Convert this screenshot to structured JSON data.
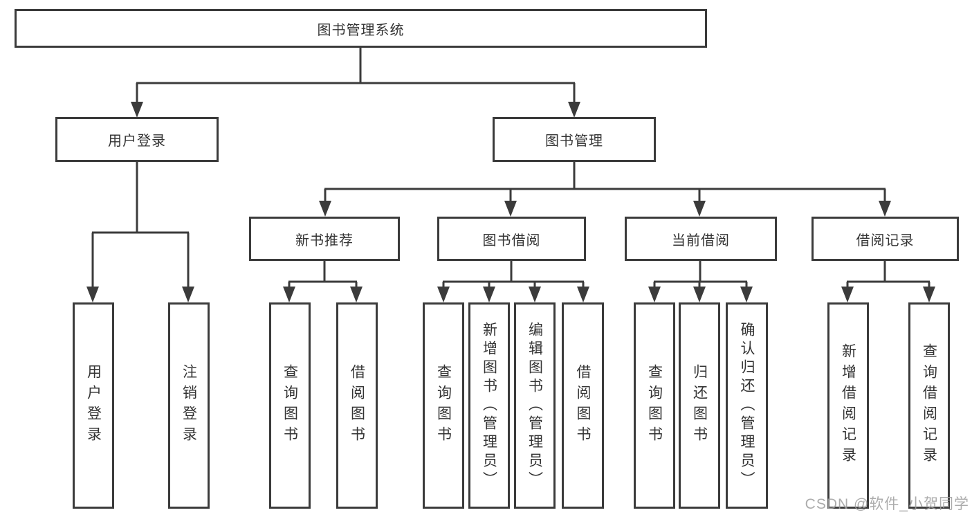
{
  "tree": {
    "label": "图书管理系统",
    "children": [
      {
        "label": "用户登录",
        "children": [
          {
            "label": "用户登录"
          },
          {
            "label": "注销登录"
          }
        ]
      },
      {
        "label": "图书管理",
        "children": [
          {
            "label": "新书推荐",
            "children": [
              {
                "label": "查询图书"
              },
              {
                "label": "借阅图书"
              }
            ]
          },
          {
            "label": "图书借阅",
            "children": [
              {
                "label": "查询图书"
              },
              {
                "label": "新增图书（管理员）"
              },
              {
                "label": "编辑图书（管理员）"
              },
              {
                "label": "借阅图书"
              }
            ]
          },
          {
            "label": "当前借阅",
            "children": [
              {
                "label": "查询图书"
              },
              {
                "label": "归还图书"
              },
              {
                "label": "确认归还（管理员）"
              }
            ]
          },
          {
            "label": "借阅记录",
            "children": [
              {
                "label": "新增借阅记录"
              },
              {
                "label": "查询借阅记录"
              }
            ]
          }
        ]
      }
    ]
  },
  "watermark": {
    "text": "CSDN @软件_小贺同学"
  },
  "colors": {
    "line": "#3b3b3b",
    "text": "#343434",
    "watermark": "#9e9e9e",
    "background": "#ffffff"
  }
}
